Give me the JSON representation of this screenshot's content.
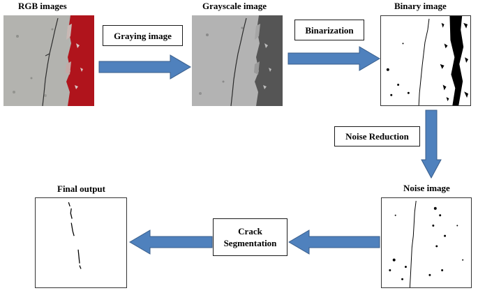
{
  "images": {
    "rgb": {
      "label": "RGB images"
    },
    "grayscale": {
      "label": "Grayscale image"
    },
    "binary": {
      "label": "Binary image"
    },
    "noise": {
      "label": "Noise image"
    },
    "final": {
      "label": "Final output"
    }
  },
  "steps": {
    "graying": {
      "label": "Graying image"
    },
    "binarization": {
      "label": "Binarization"
    },
    "noise_reduction": {
      "label": "Noise Reduction"
    },
    "crack_segmentation": {
      "label_line1": "Crack",
      "label_line2": "Segmentation"
    }
  },
  "colors": {
    "arrow_fill": "#4f81bd",
    "arrow_stroke": "#385d8a",
    "paint_red": "#b0141c",
    "concrete": "#b8b8b4"
  }
}
